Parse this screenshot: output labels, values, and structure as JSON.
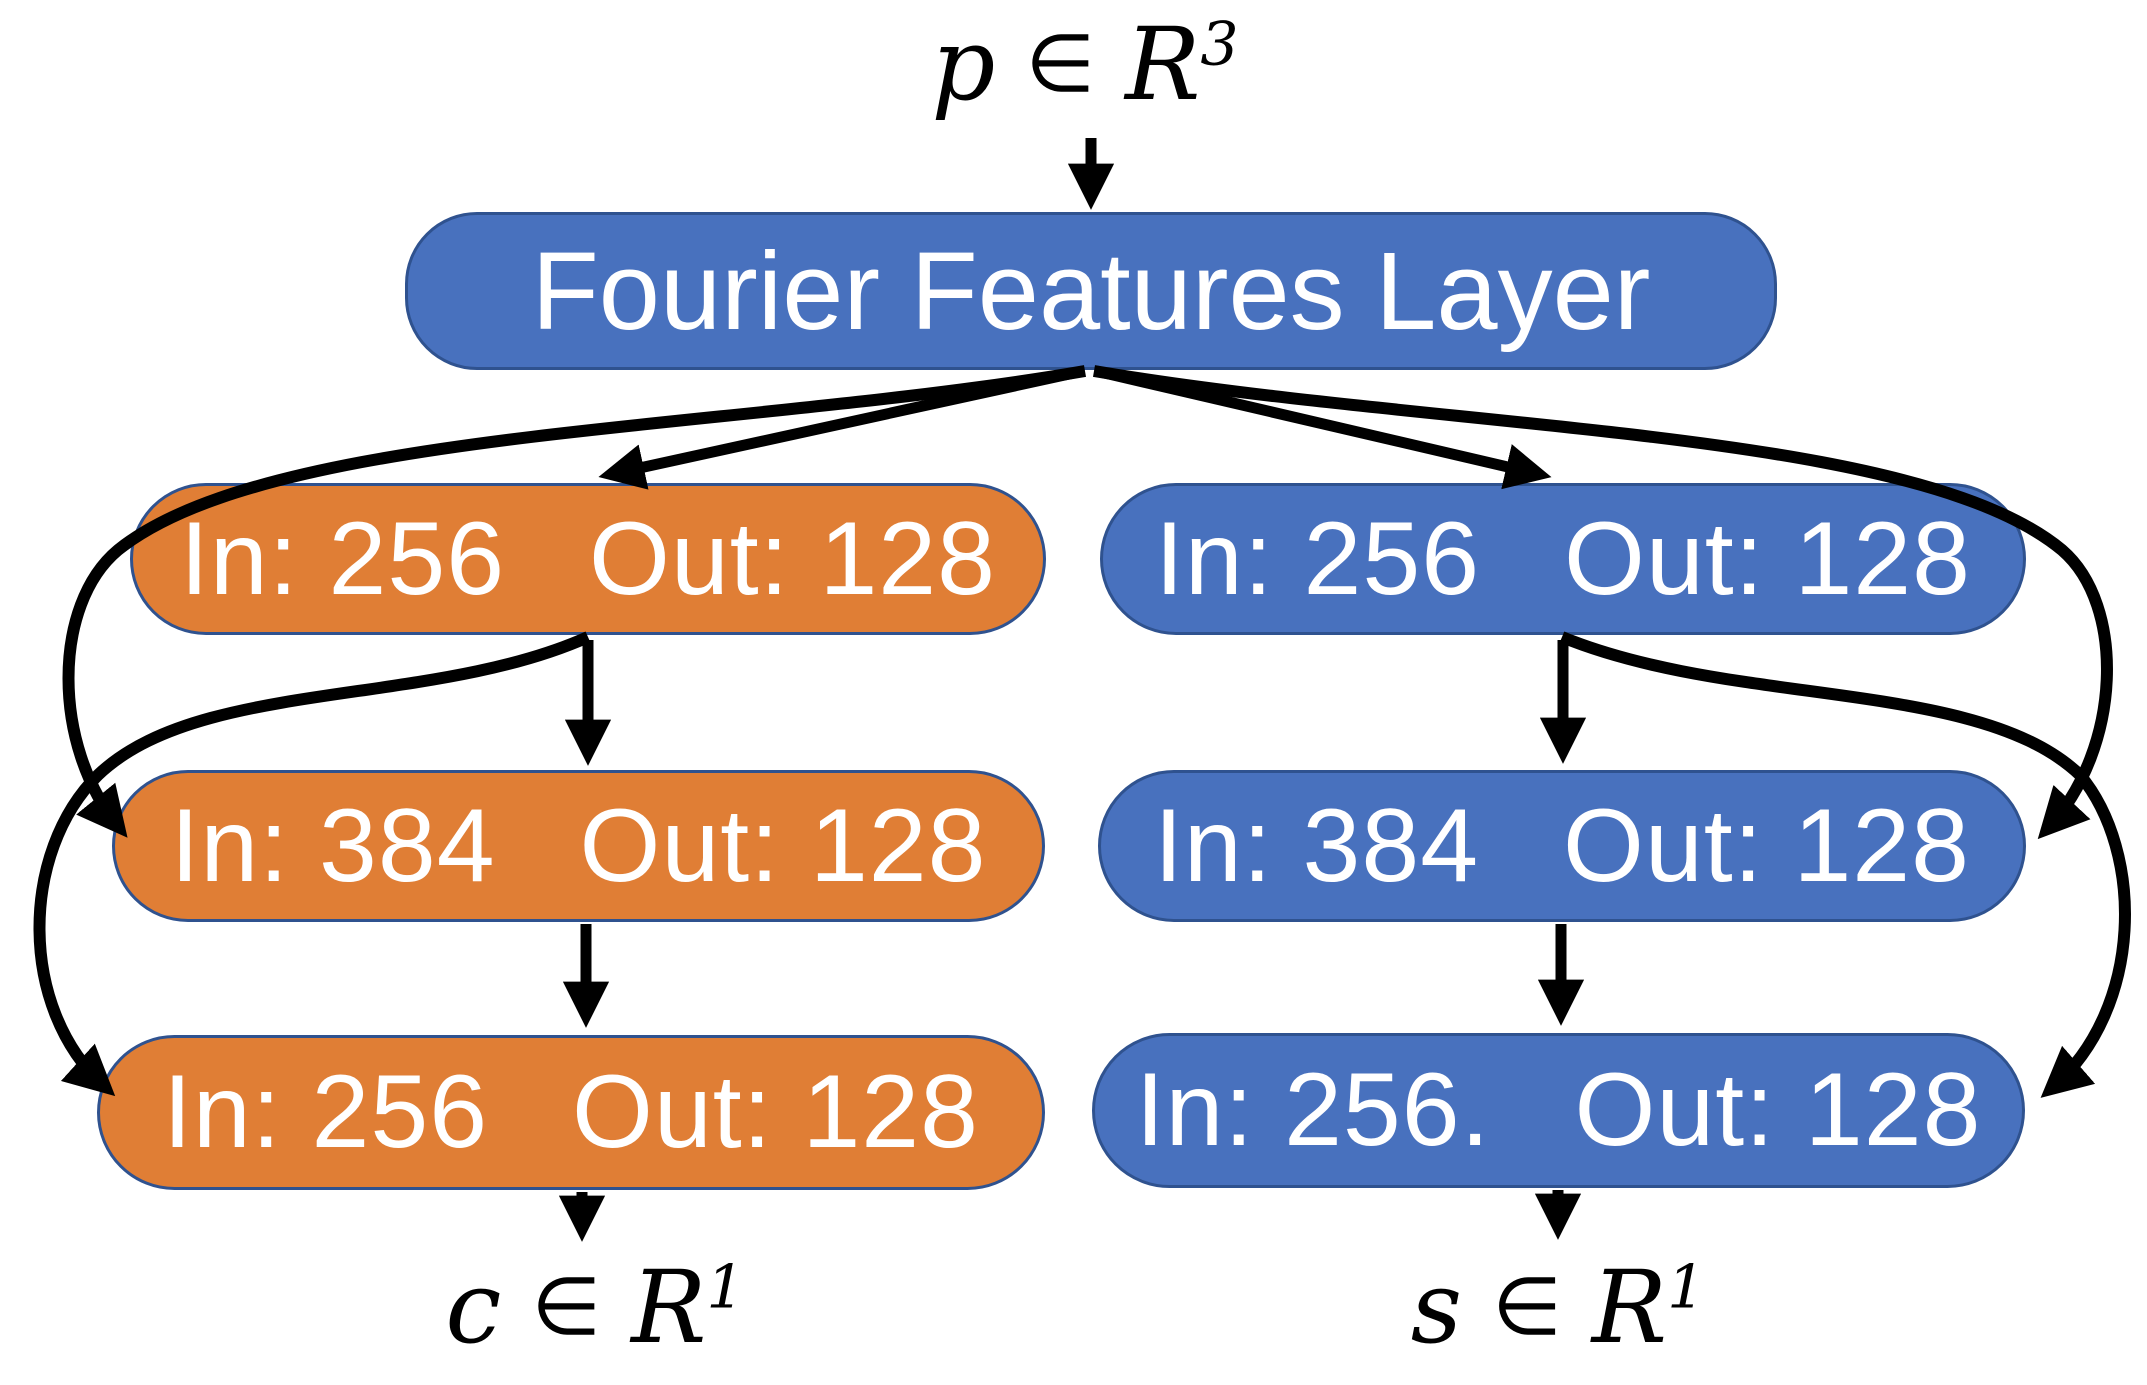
{
  "colors": {
    "blue_fill": "#4871BE",
    "blue_border": "#2F528F",
    "orange_fill": "#E07E35",
    "orange_border": "#2F528F",
    "arrow": "#000000",
    "node_text": "#FFFFFF",
    "math_text": "#000000",
    "bg": "#FFFFFF"
  },
  "input_label": {
    "variable": "p",
    "membership": "∈",
    "set": "R",
    "dimension": "3"
  },
  "fourier_layer": {
    "label": "Fourier Features Layer"
  },
  "left_branch": {
    "layers": [
      {
        "in_label": "In: 256",
        "out_label": "Out: 128"
      },
      {
        "in_label": "In: 384",
        "out_label": "Out: 128"
      },
      {
        "in_label": "In: 256",
        "out_label": "Out: 128"
      }
    ],
    "output_label": {
      "variable": "c",
      "membership": "∈",
      "set": "R",
      "dimension": "1"
    }
  },
  "right_branch": {
    "layers": [
      {
        "in_label": "In: 256",
        "out_label": "Out: 128"
      },
      {
        "in_label": "In: 384",
        "out_label": "Out: 128"
      },
      {
        "in_label": "In: 256.",
        "out_label": "Out: 128"
      }
    ],
    "output_label": {
      "variable": "s",
      "membership": "∈",
      "set": "R",
      "dimension": "1"
    }
  }
}
